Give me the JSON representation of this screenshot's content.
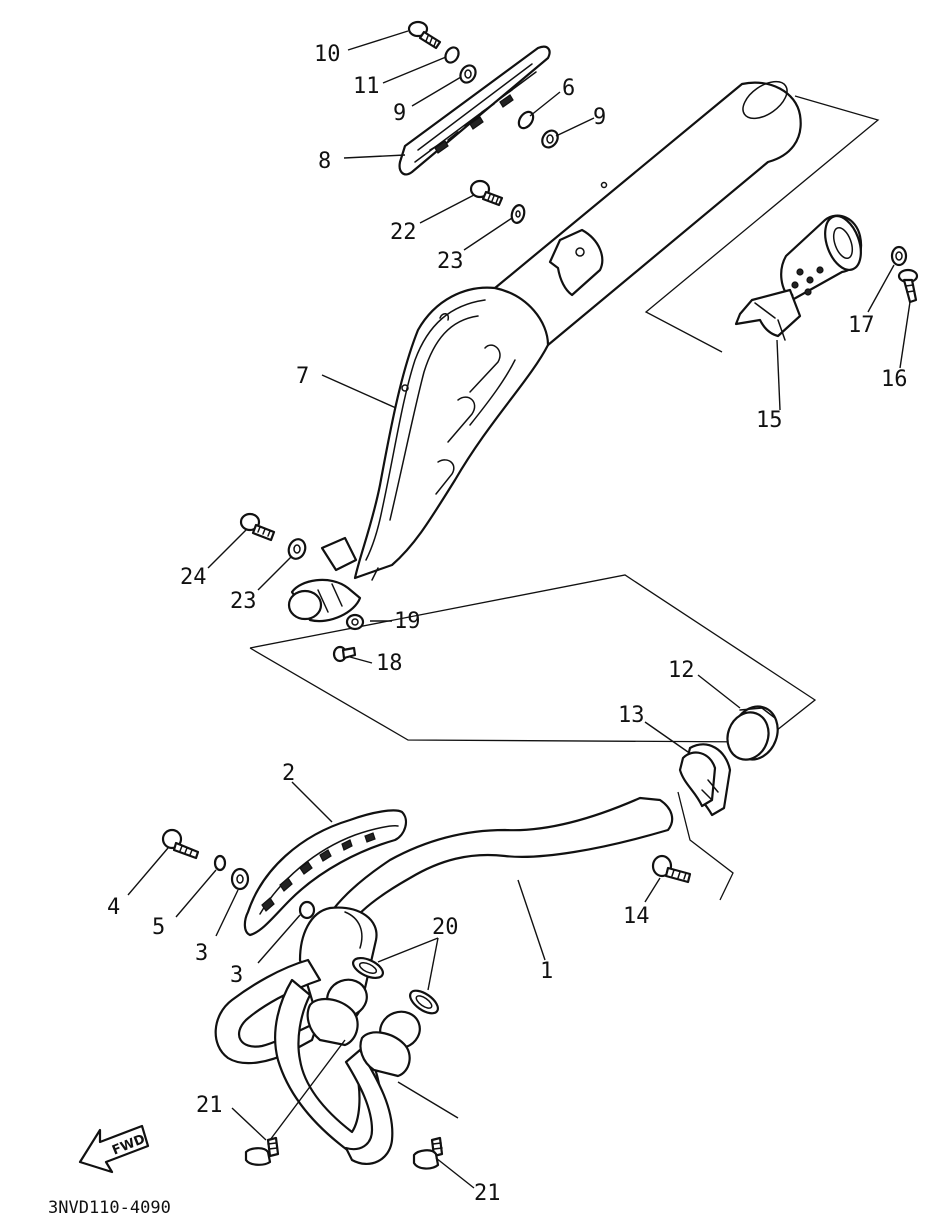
{
  "callouts": {
    "c1": "1",
    "c2": "2",
    "c3a": "3",
    "c3b": "3",
    "c4": "4",
    "c5": "5",
    "c6": "6",
    "c7": "7",
    "c8": "8",
    "c9a": "9",
    "c9b": "9",
    "c10": "10",
    "c11": "11",
    "c12": "12",
    "c13": "13",
    "c14": "14",
    "c15": "15",
    "c16": "16",
    "c17": "17",
    "c18": "18",
    "c19": "19",
    "c20": "20",
    "c21a": "21",
    "c21b": "21",
    "c22": "22",
    "c23a": "23",
    "c23b": "23",
    "c24": "24"
  },
  "direction_label": "FWD",
  "drawing_code": "3NVD110-4090"
}
